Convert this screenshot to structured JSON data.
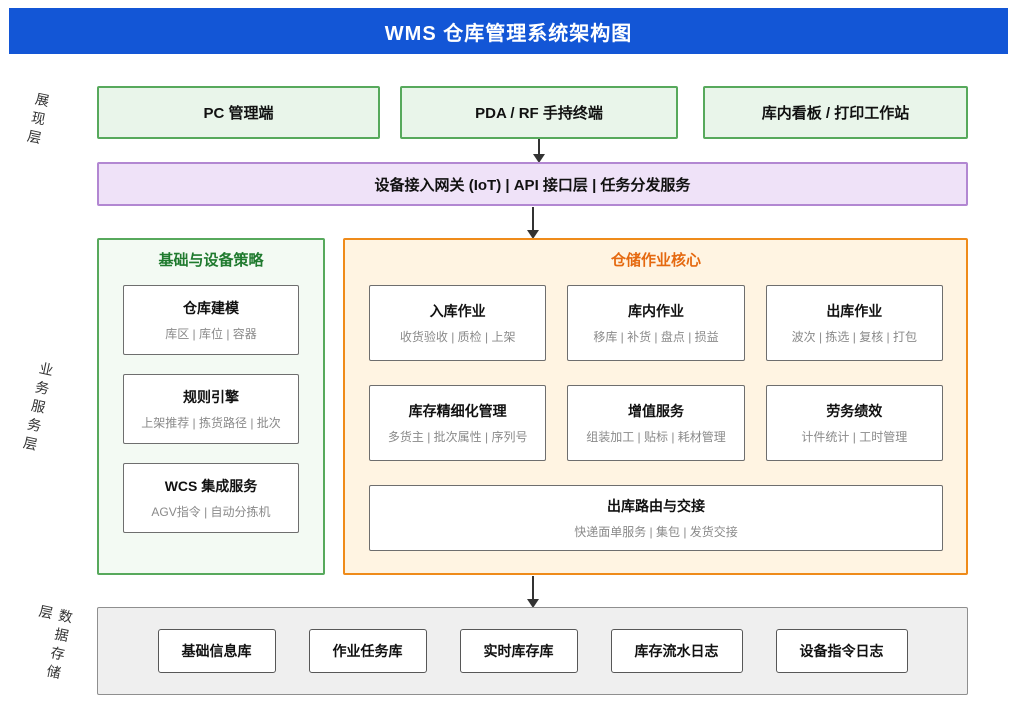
{
  "header": {
    "title": "WMS 仓库管理系统架构图"
  },
  "layers": {
    "presentation": {
      "label": "展现层",
      "nodes": [
        "PC 管理端",
        "PDA / RF 手持终端",
        "库内看板 / 打印工作站"
      ]
    },
    "gateway": {
      "label": "设备接入网关 (IoT) | API 接口层 | 任务分发服务"
    },
    "business": {
      "label": "业务服务层",
      "foundation": {
        "title": "基础与设备策略",
        "modules": [
          {
            "title": "仓库建模",
            "subtitle": "库区 | 库位 | 容器"
          },
          {
            "title": "规则引擎",
            "subtitle": "上架推荐 | 拣货路径 | 批次"
          },
          {
            "title": "WCS 集成服务",
            "subtitle": "AGV指令 | 自动分拣机"
          }
        ]
      },
      "core": {
        "title": "仓储作业核心",
        "modules": [
          {
            "title": "入库作业",
            "subtitle": "收货验收 | 质检 | 上架"
          },
          {
            "title": "库内作业",
            "subtitle": "移库 | 补货 | 盘点 | 损益"
          },
          {
            "title": "出库作业",
            "subtitle": "波次 | 拣选 | 复核 | 打包"
          },
          {
            "title": "库存精细化管理",
            "subtitle": "多货主 | 批次属性 | 序列号"
          },
          {
            "title": "增值服务",
            "subtitle": "组装加工 | 贴标 | 耗材管理"
          },
          {
            "title": "劳务绩效",
            "subtitle": "计件统计 | 工时管理"
          }
        ],
        "wide_module": {
          "title": "出库路由与交接",
          "subtitle": "快递面单服务 | 集包 | 发货交接"
        }
      }
    },
    "storage": {
      "label": "数据存储层",
      "nodes": [
        "基础信息库",
        "作业任务库",
        "实时库存库",
        "库存流水日志",
        "设备指令日志"
      ]
    }
  },
  "colors": {
    "header_blue": "#1356d6",
    "green_border": "#57a95c",
    "green_fill": "#e9f5ea",
    "green_title": "#1f7a2e",
    "panel_green_fill": "#f3faf3",
    "purple_border": "#b287d2",
    "purple_fill": "#efe2f8",
    "orange_border": "#ef8b1a",
    "orange_fill": "#fff4e2",
    "orange_title": "#e56910",
    "gray_fill": "#efefef",
    "arrow": "#333333"
  }
}
